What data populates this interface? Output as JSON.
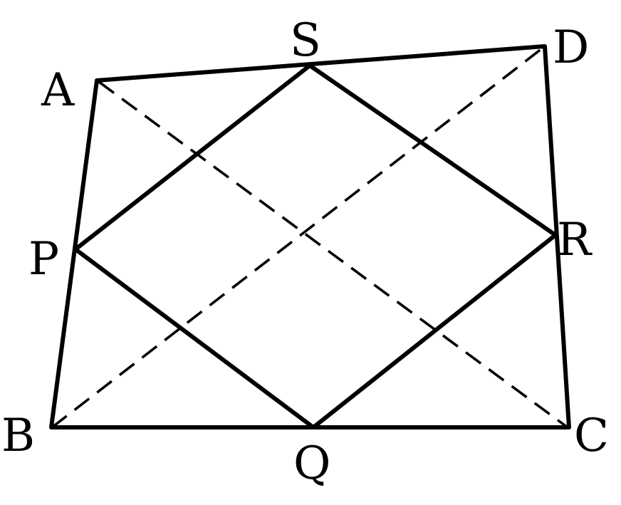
{
  "figure": {
    "stroke_color": "#000000",
    "background_color": "#ffffff",
    "outer_quadrilateral": [
      "A",
      "B",
      "C",
      "D"
    ],
    "inner_quadrilateral": [
      "P",
      "Q",
      "R",
      "S"
    ],
    "diagonals": [
      [
        "A",
        "C"
      ],
      [
        "B",
        "D"
      ]
    ],
    "labels": {
      "A": "A",
      "B": "B",
      "C": "C",
      "D": "D",
      "P": "P",
      "Q": "Q",
      "R": "R",
      "S": "S"
    }
  }
}
